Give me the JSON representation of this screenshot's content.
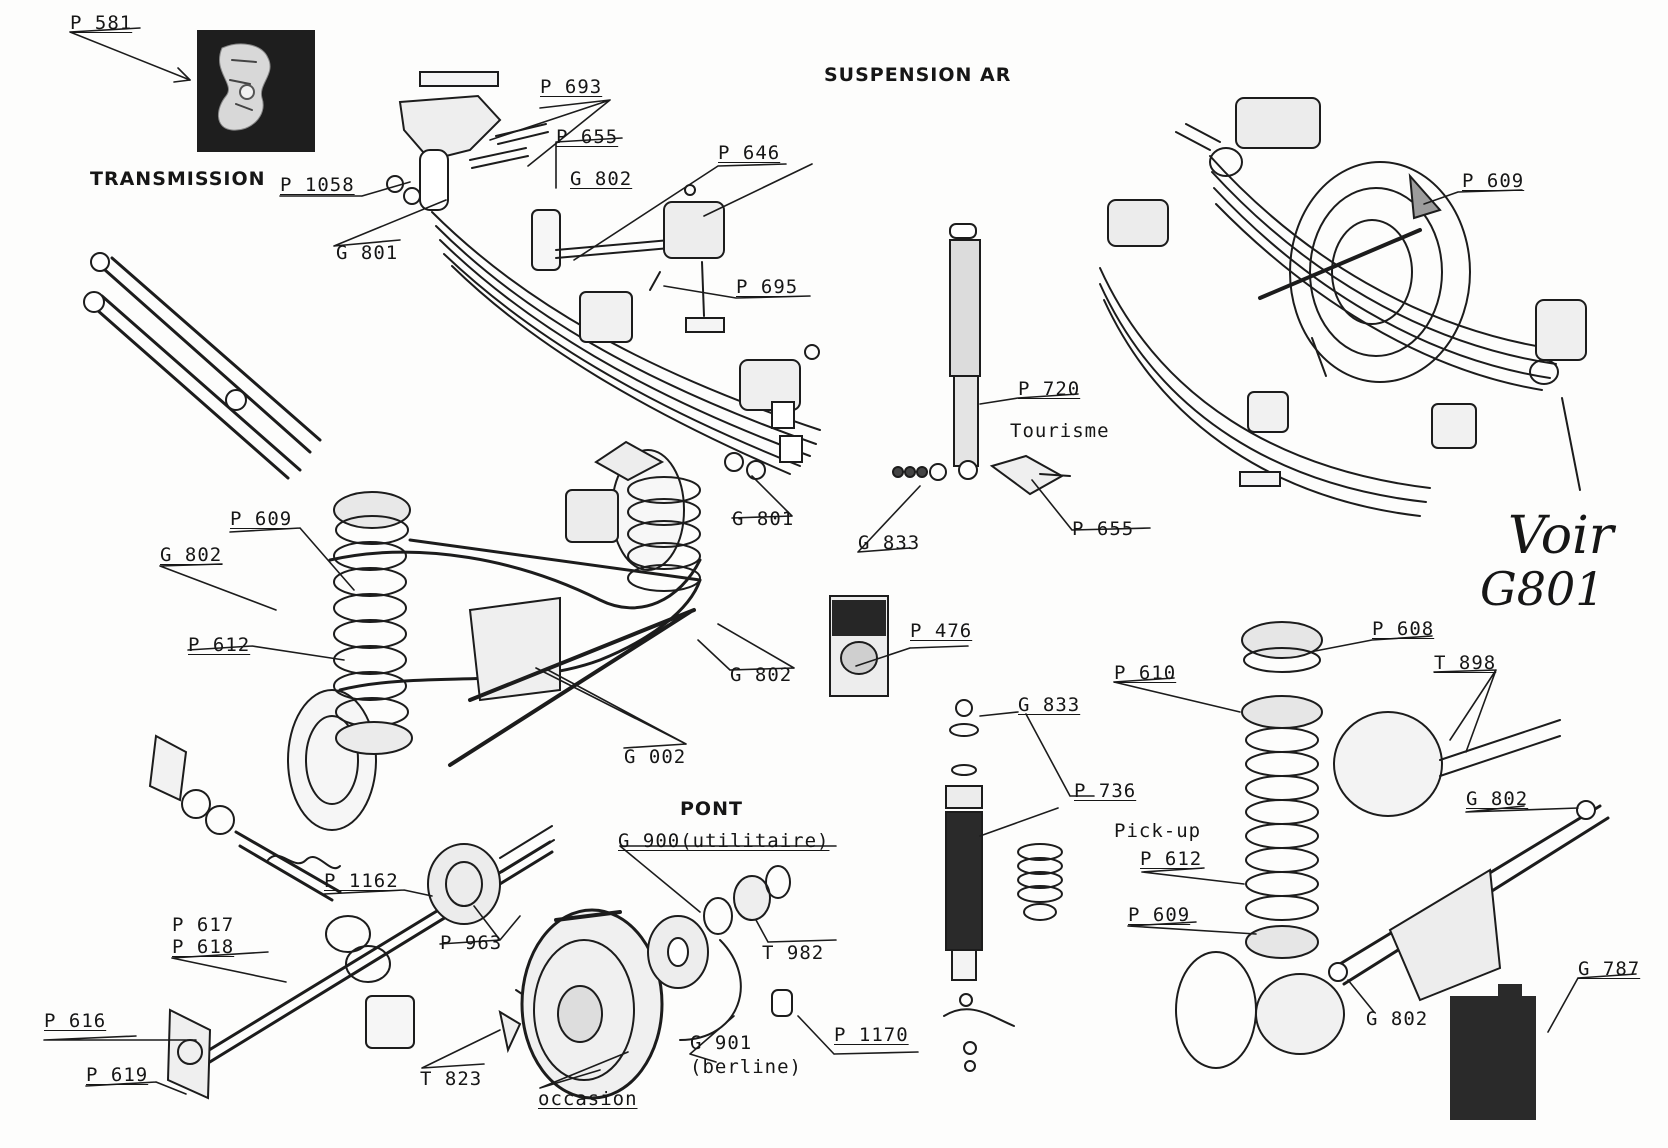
{
  "headings": {
    "suspension": "SUSPENSION AR",
    "transmission": "TRANSMISSION",
    "pont": "PONT"
  },
  "captions": {
    "tourisme": "Tourisme",
    "pickup": "Pick-up",
    "occasion": "occasion",
    "berline": "(berline)"
  },
  "handwritten": {
    "line1": "Voir",
    "line2": "G801"
  },
  "parts": [
    {
      "id": "p581",
      "code": "P 581"
    },
    {
      "id": "p693",
      "code": "P 693"
    },
    {
      "id": "p655a",
      "code": "P 655"
    },
    {
      "id": "p646",
      "code": "P 646"
    },
    {
      "id": "g802a",
      "code": "G 802"
    },
    {
      "id": "p1058",
      "code": "P 1058"
    },
    {
      "id": "g801a",
      "code": "G 801"
    },
    {
      "id": "p695",
      "code": "P 695"
    },
    {
      "id": "g801b",
      "code": "G 801"
    },
    {
      "id": "p609a",
      "code": "P 609"
    },
    {
      "id": "p720",
      "code": "P 720"
    },
    {
      "id": "g833a",
      "code": "G 833"
    },
    {
      "id": "p655b",
      "code": "P 655"
    },
    {
      "id": "p609b",
      "code": "P 609"
    },
    {
      "id": "g802b",
      "code": "G 802"
    },
    {
      "id": "p612a",
      "code": "P 612"
    },
    {
      "id": "g802c",
      "code": "G 802"
    },
    {
      "id": "p476",
      "code": "P 476"
    },
    {
      "id": "g002",
      "code": "G 002"
    },
    {
      "id": "p608",
      "code": "P 608"
    },
    {
      "id": "p610",
      "code": "P 610"
    },
    {
      "id": "t898",
      "code": "T 898"
    },
    {
      "id": "g833b",
      "code": "G 833"
    },
    {
      "id": "p736",
      "code": "P 736"
    },
    {
      "id": "g802d",
      "code": "G 802"
    },
    {
      "id": "p612b",
      "code": "P 612"
    },
    {
      "id": "g900",
      "code": "G 900(utilitaire)"
    },
    {
      "id": "p1162",
      "code": "P 1162"
    },
    {
      "id": "p617",
      "code": "P 617"
    },
    {
      "id": "p618",
      "code": "P 618"
    },
    {
      "id": "p963",
      "code": "P 963"
    },
    {
      "id": "t982",
      "code": "T 982"
    },
    {
      "id": "p609c",
      "code": "P 609"
    },
    {
      "id": "g787",
      "code": "G 787"
    },
    {
      "id": "p616",
      "code": "P 616"
    },
    {
      "id": "g901",
      "code": "G 901"
    },
    {
      "id": "p1170",
      "code": "P 1170"
    },
    {
      "id": "g802e",
      "code": "G 802"
    },
    {
      "id": "p619",
      "code": "P 619"
    },
    {
      "id": "t823",
      "code": "T 823"
    }
  ]
}
